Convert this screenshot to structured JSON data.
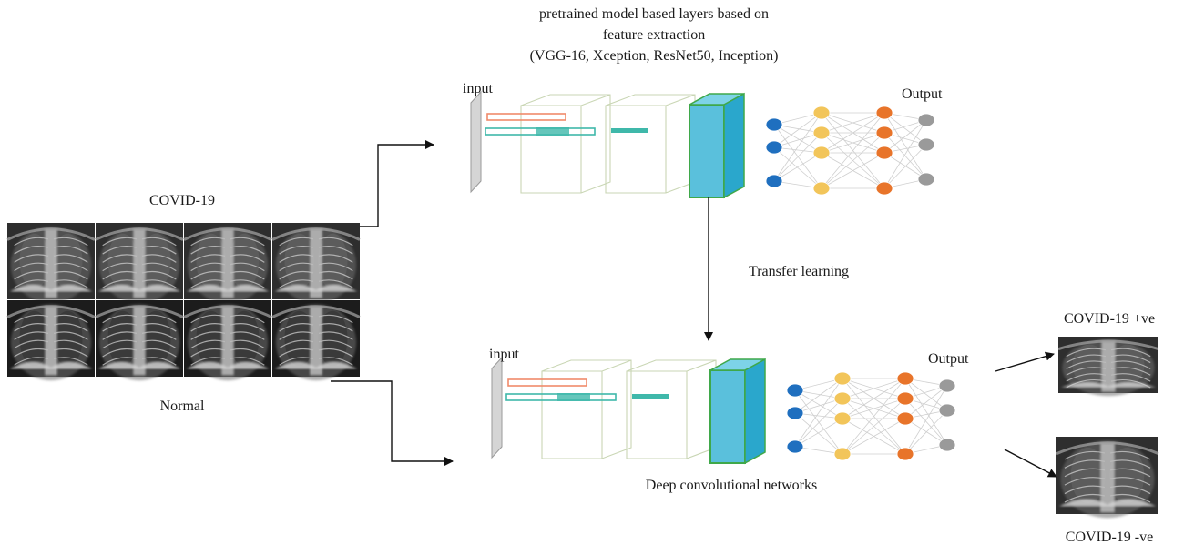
{
  "header": {
    "title_line1": "pretrained model based layers based on",
    "title_line2": "feature extraction",
    "title_line3": "(VGG-16, Xception, ResNet50, Inception)"
  },
  "left_panel": {
    "top_label": "COVID-19",
    "bottom_label": "Normal",
    "thumbnail_count": 8
  },
  "top_network": {
    "input_label": "input",
    "output_label": "Output",
    "layer_sizes": [
      3,
      4,
      4,
      3
    ]
  },
  "bottom_network": {
    "input_label": "input",
    "output_label": "Output",
    "caption": "Deep convolutional networks",
    "layer_sizes": [
      3,
      4,
      4,
      3
    ]
  },
  "transfer_label": "Transfer learning",
  "results": {
    "positive_label": "COVID-19 +ve",
    "negative_label": "COVID-19 -ve"
  },
  "colors": {
    "input_layer": "#d5d5d5",
    "feature_block": "#5ac0dc",
    "feature_block_side": "#2aa7cc",
    "feature_block_edge": "#3fa84a",
    "nodes": [
      "#1f6fbf",
      "#f2c55a",
      "#e8742a",
      "#9a9a9a"
    ],
    "filter_red": "#f08a6a",
    "filter_teal": "#3fb8aa"
  }
}
